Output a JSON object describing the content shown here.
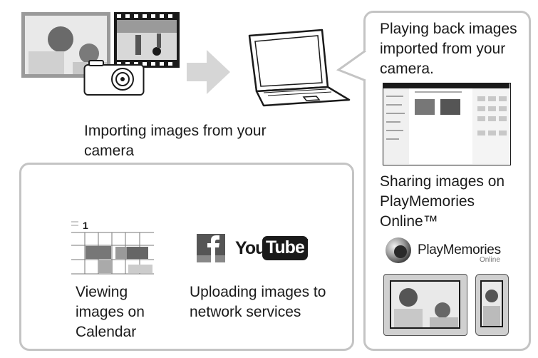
{
  "importing": {
    "text": "Importing images from your camera"
  },
  "playback": {
    "text": "Playing back images imported from your camera."
  },
  "sharing": {
    "text": "Sharing images on PlayMemories Online™"
  },
  "calendar": {
    "text": "Viewing images on Calendar",
    "day": "1"
  },
  "upload": {
    "text": "Uploading images to network services"
  },
  "playmemories": {
    "brand": "PlayMemories",
    "sub": "Online"
  },
  "youtube": {
    "you": "You",
    "tube": "Tube",
    "tm": "™"
  },
  "icons": {
    "photos": "family-photo-icon",
    "film": "film-strip-icon",
    "camera": "camera-icon",
    "arrow": "arrow-right-icon",
    "laptop": "laptop-icon",
    "facebook": "facebook-icon",
    "youtube": "youtube-logo",
    "playmemories": "playmemories-logo-icon",
    "tablet": "tablet-icon",
    "phone": "phone-icon"
  },
  "colors": {
    "panel_border": "#c4c4c4",
    "icon_dark": "#3a3a3a",
    "arrow": "#d6d6d6"
  }
}
